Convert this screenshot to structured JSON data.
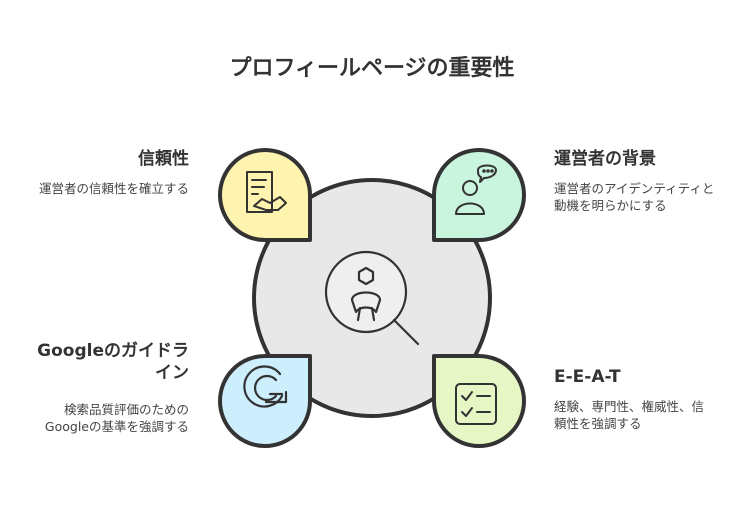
{
  "title": "プロフィールページの重要性",
  "sections": {
    "top_left": {
      "heading": "信頼性",
      "description": "運営者の信頼性を確立する",
      "icon": "document-handshake-icon"
    },
    "top_right": {
      "heading": "運営者の背景",
      "description": "運営者のアイデンティティと動機を明らかにする",
      "icon": "person-chat-icon"
    },
    "bottom_left": {
      "heading": "Googleのガイドライン",
      "description": "検索品質評価のためのGoogleの基準を強調する",
      "icon": "google-logo-icon"
    },
    "bottom_right": {
      "heading": "E-E-A-T",
      "description": "経験、専門性、権威性、信頼性を強調する",
      "icon": "checklist-icon"
    }
  },
  "center_icon": "search-magnifier-icon",
  "colors": {
    "top_left": "#fff3b0",
    "top_right": "#c9f5df",
    "bottom_left": "#cdeefd",
    "bottom_right": "#e6f6c4",
    "center": "#e8e8e8",
    "stroke": "#333333"
  }
}
